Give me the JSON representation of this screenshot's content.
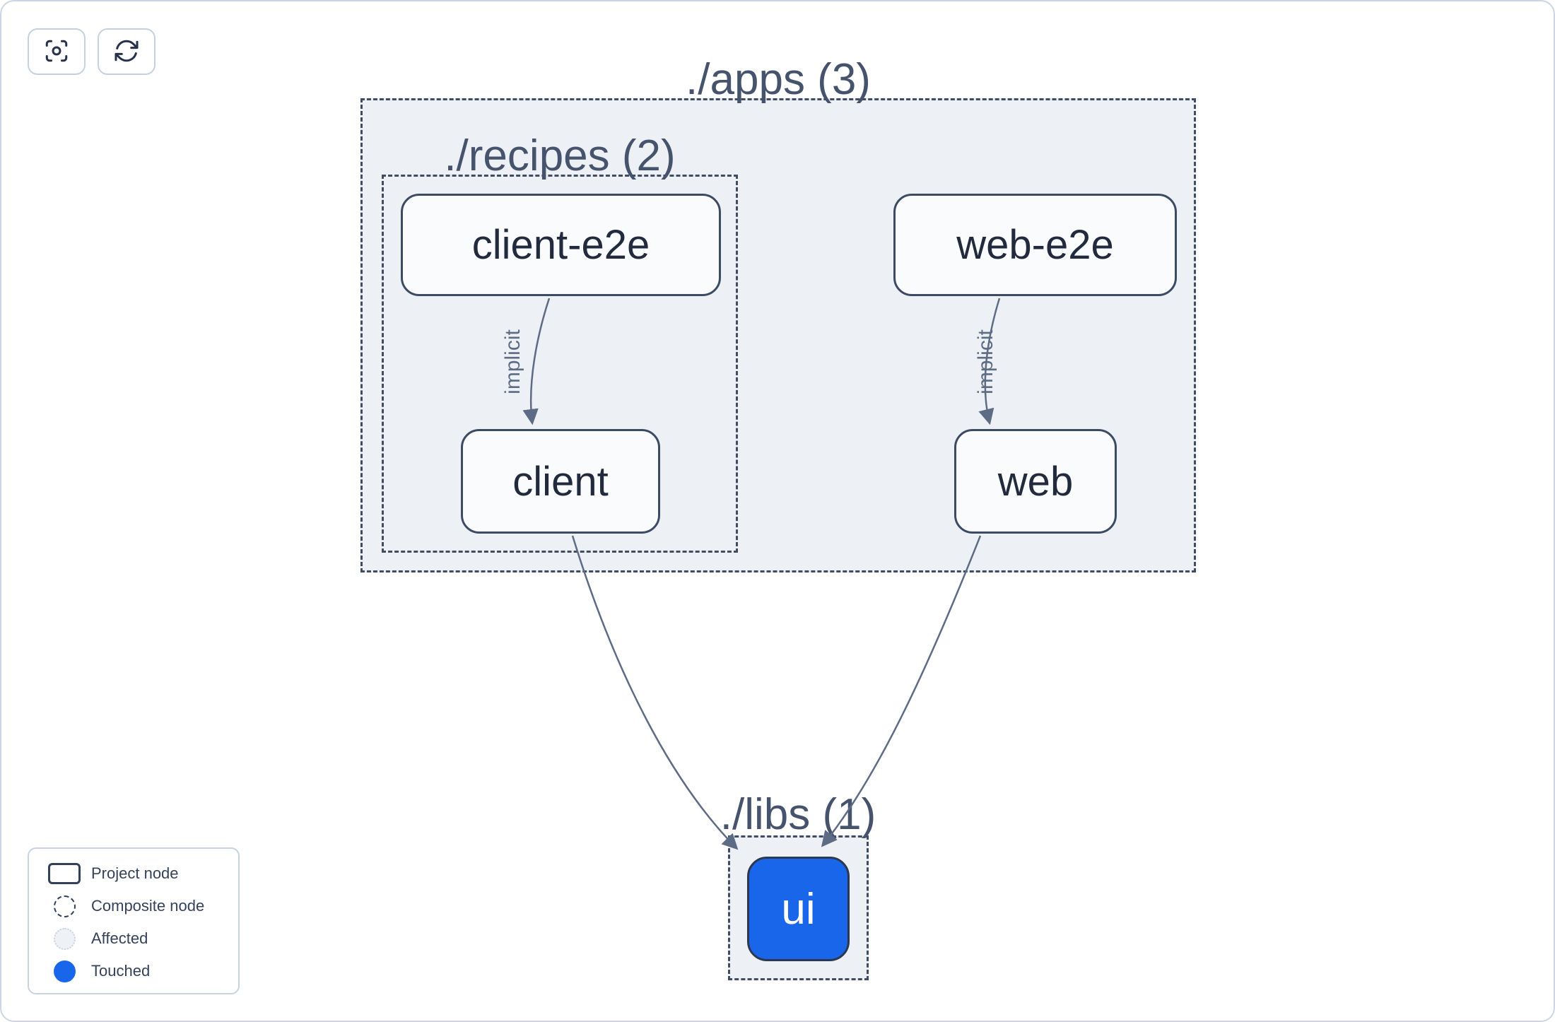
{
  "toolbar": {
    "buttons": [
      {
        "name": "focus",
        "icon": "viewfinder-icon"
      },
      {
        "name": "refresh",
        "icon": "refresh-icon"
      }
    ]
  },
  "containers": {
    "apps": {
      "label": "./apps (3)"
    },
    "recipes": {
      "label": "./recipes (2)"
    },
    "libs": {
      "label": "./libs (1)"
    }
  },
  "nodes": {
    "client_e2e": {
      "label": "client-e2e",
      "state": "default"
    },
    "web_e2e": {
      "label": "web-e2e",
      "state": "default"
    },
    "client": {
      "label": "client",
      "state": "default"
    },
    "web": {
      "label": "web",
      "state": "default"
    },
    "ui": {
      "label": "ui",
      "state": "touched"
    }
  },
  "edges": {
    "client_e2e_to_client": {
      "label": "implicit",
      "type": "implicit"
    },
    "web_e2e_to_web": {
      "label": "implicit",
      "type": "implicit"
    },
    "client_to_ui": {
      "type": "static"
    },
    "web_to_ui": {
      "type": "static"
    }
  },
  "legend": {
    "items": [
      {
        "label": "Project node",
        "swatch": "project"
      },
      {
        "label": "Composite node",
        "swatch": "composite"
      },
      {
        "label": "Affected",
        "swatch": "affected"
      },
      {
        "label": "Touched",
        "swatch": "touched"
      }
    ]
  },
  "colors": {
    "touched_blue": "#1a66ea",
    "composite_fill": "#edf1f6",
    "border_dark": "#3f4c64",
    "edge": "#5d6c84",
    "node_fill": "#fafbfd",
    "page_border": "#ccd6e4"
  }
}
